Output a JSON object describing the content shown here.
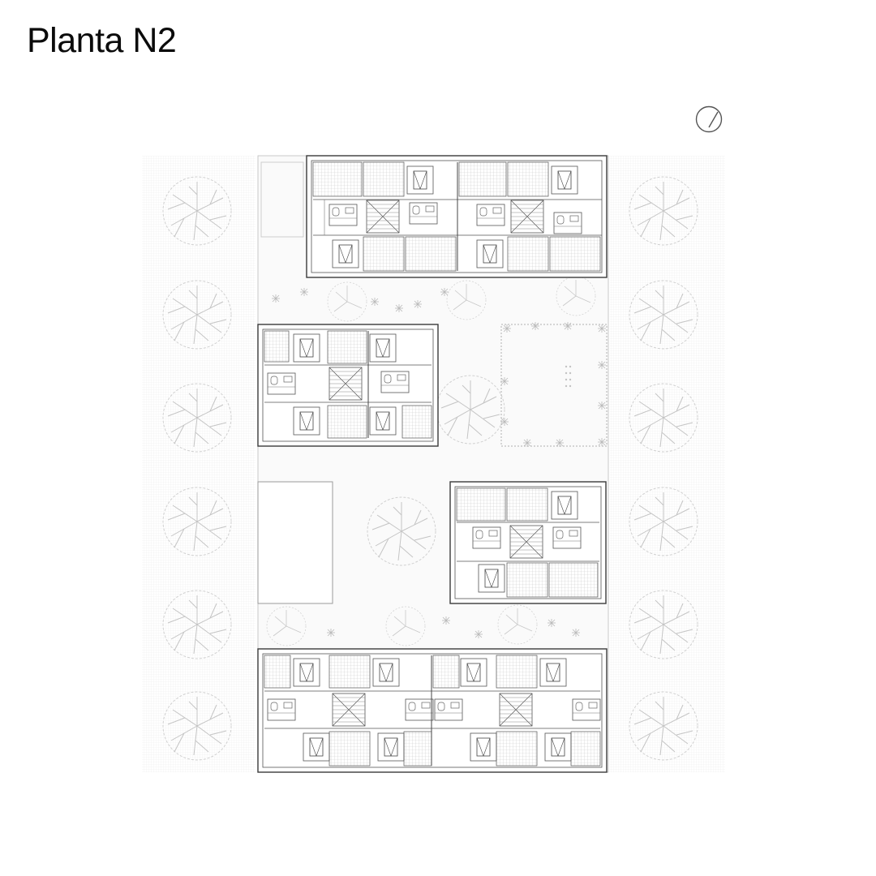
{
  "page": {
    "title": "Planta N2"
  },
  "drawing": {
    "type": "architectural floor plan",
    "north_icon": "north-arrow-icon",
    "blocks": [
      "housing-block-north",
      "housing-block-west",
      "housing-block-east",
      "housing-block-south"
    ],
    "colors": {
      "line": "#3a3a3a",
      "light_line": "#9a9a9a",
      "hatch": "#cfcfcf",
      "tree": "#bdbdbd",
      "background": "#ffffff"
    }
  }
}
